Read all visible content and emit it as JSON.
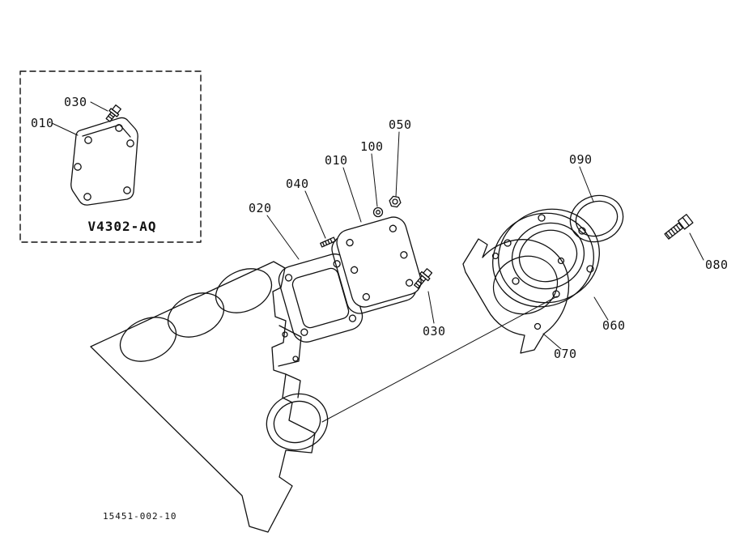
{
  "canvas": {
    "background_color": "#ffffff",
    "ink_color": "#111111"
  },
  "diagram": {
    "drawing_number": "15451-002-10",
    "inset": {
      "model": "V4302-AQ",
      "callouts": [
        {
          "label": "030"
        },
        {
          "label": "010"
        }
      ]
    },
    "callouts": [
      {
        "label": "020"
      },
      {
        "label": "040"
      },
      {
        "label": "010"
      },
      {
        "label": "100"
      },
      {
        "label": "050"
      },
      {
        "label": "030"
      },
      {
        "label": "060"
      },
      {
        "label": "070"
      },
      {
        "label": "090"
      },
      {
        "label": "080"
      }
    ]
  }
}
